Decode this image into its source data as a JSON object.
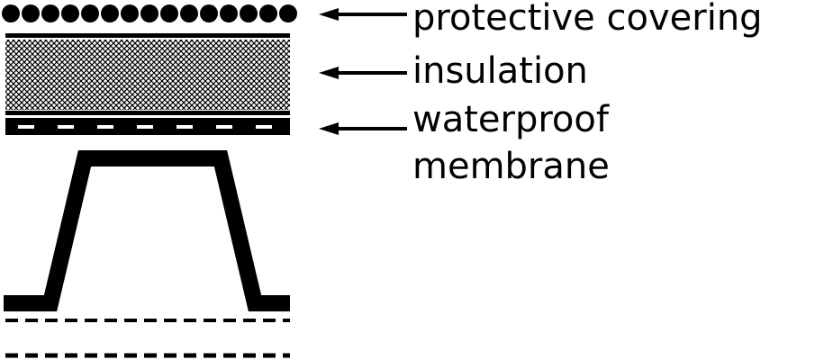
{
  "labels": {
    "protective_covering": "protective covering",
    "insulation": "insulation",
    "waterproof_line1": "waterproof",
    "waterproof_line2": "membrane"
  },
  "colors": {
    "ink": "#000000",
    "background": "#ffffff"
  }
}
